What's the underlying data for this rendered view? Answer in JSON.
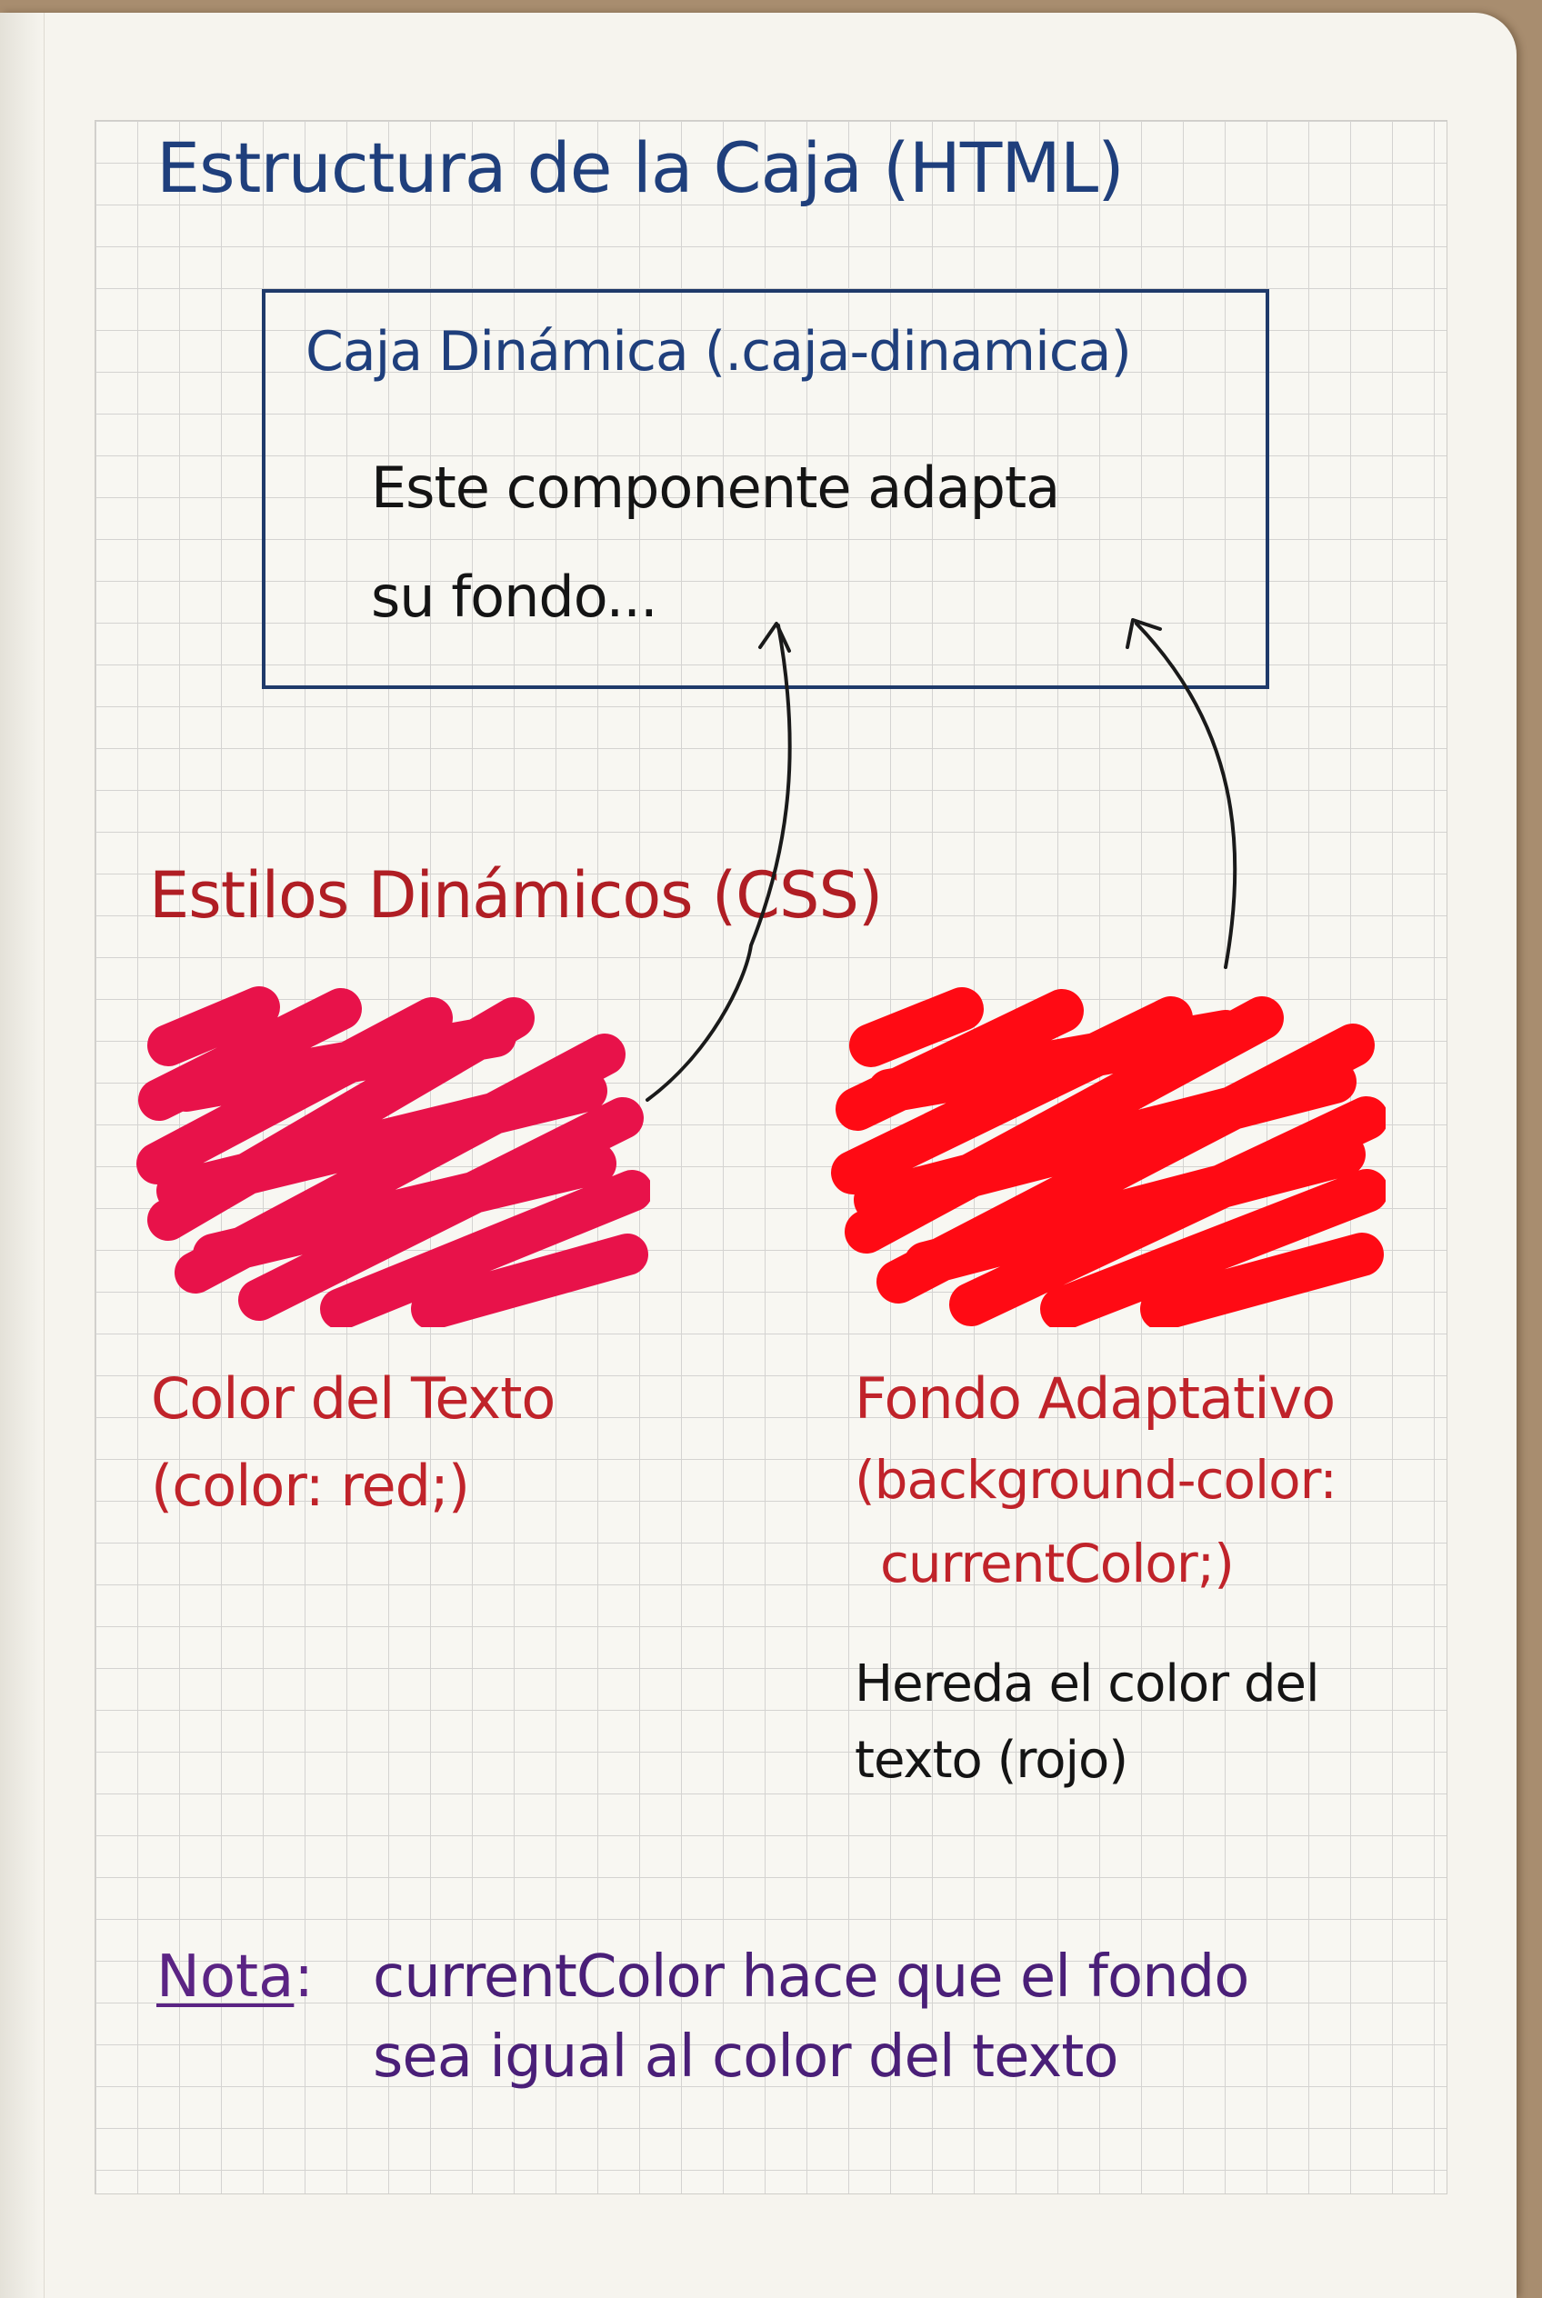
{
  "title": "Estructura de la Caja (HTML)",
  "box": {
    "title": "Caja Dinámica (.caja-dinamica)",
    "text_line_1": "Este componente adapta",
    "text_line_2": "su fondo..."
  },
  "css_section": {
    "title": "Estilos Dinámicos (CSS)",
    "left": {
      "color": "#e8124a",
      "label_line_1": "Color del Texto",
      "label_line_2": "(color: red;)"
    },
    "right": {
      "color": "#ff0a14",
      "label_line_1": "Fondo Adaptativo",
      "label_line_2": "(background-color:",
      "label_line_3": "currentColor;)",
      "note_line_1": "Hereda el color del",
      "note_line_2": "texto (rojo)"
    }
  },
  "note": {
    "key": "Nota",
    "colon": ":",
    "line_1": "currentColor hace que el fondo",
    "line_2": "sea igual al color del texto"
  },
  "colors": {
    "blue_ink": "#1f3f7c",
    "red_ink": "#c0232a",
    "purple_ink": "#4a1f78",
    "black_ink": "#141414"
  }
}
